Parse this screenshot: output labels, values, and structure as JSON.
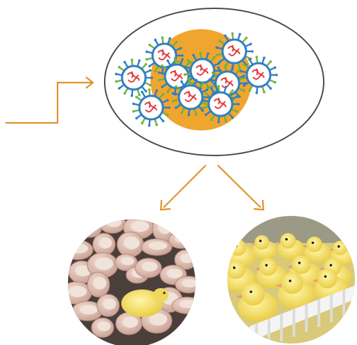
{
  "diagram": {
    "colors": {
      "arrow": "#E0922A",
      "egg_outline": "#4a4a4a",
      "yolk": "#F0A52E",
      "virion_ring": "#2E7FC4",
      "virion_spike": "#6FB23F",
      "virion_core": "#E23C3C"
    },
    "nodes": [
      {
        "id": "egg",
        "icon": "egg-with-virus-particles-icon"
      },
      {
        "id": "hatched-eggshells",
        "icon": "hatched-eggshells-photo"
      },
      {
        "id": "chicks",
        "icon": "chicks-photo"
      }
    ],
    "edges": [
      {
        "from": "left",
        "to": "egg",
        "style": "elbow-arrow"
      },
      {
        "from": "egg",
        "to": "hatched-eggshells",
        "style": "arrow"
      },
      {
        "from": "egg",
        "to": "chicks",
        "style": "arrow"
      }
    ]
  }
}
